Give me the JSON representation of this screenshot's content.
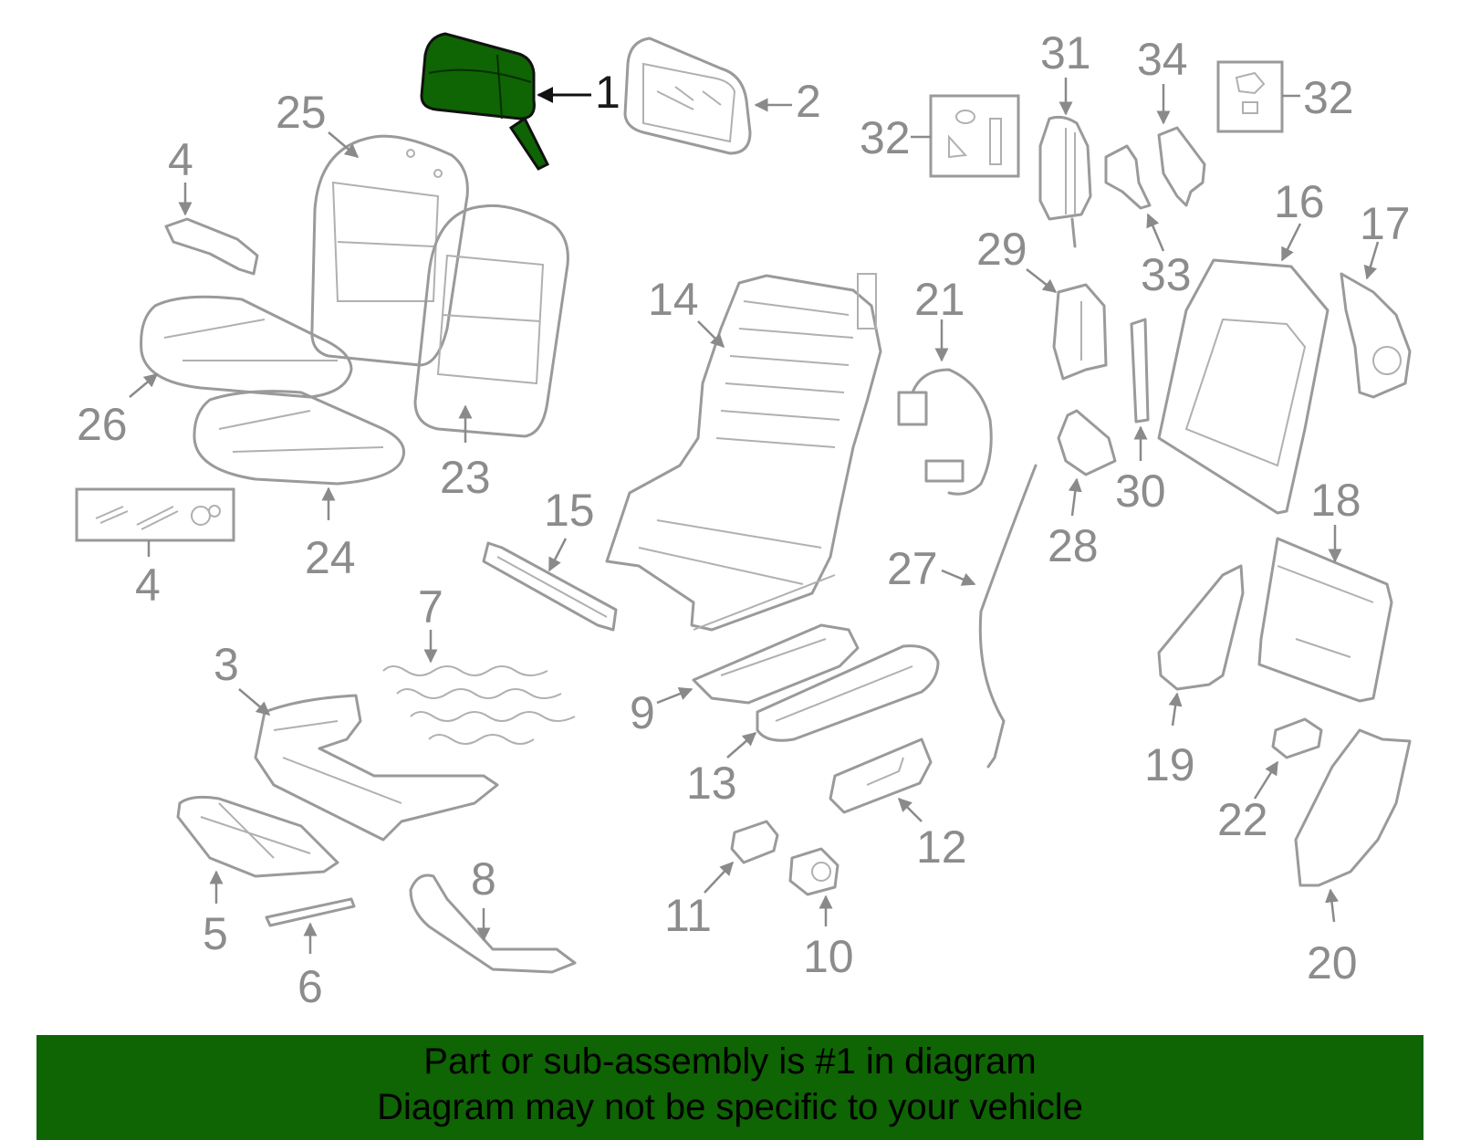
{
  "colors": {
    "highlight": "#0f6404",
    "line": "#9a9a9a",
    "banner": "#0f6404"
  },
  "labels": {
    "l1": "1",
    "l2": "2",
    "l3": "3",
    "l4a": "4",
    "l4b": "4",
    "l5": "5",
    "l6": "6",
    "l7": "7",
    "l8": "8",
    "l9": "9",
    "l10": "10",
    "l11": "11",
    "l12": "12",
    "l13": "13",
    "l14": "14",
    "l15": "15",
    "l16": "16",
    "l17": "17",
    "l18": "18",
    "l19": "19",
    "l20": "20",
    "l21": "21",
    "l22": "22",
    "l23": "23",
    "l24": "24",
    "l25": "25",
    "l26": "26",
    "l27": "27",
    "l28": "28",
    "l29": "29",
    "l30": "30",
    "l31": "31",
    "l32a": "32",
    "l32b": "32",
    "l33": "33",
    "l34": "34"
  },
  "banner": {
    "line1": "Part or sub-assembly is #1 in diagram",
    "line2": "Diagram may not be specific to your vehicle"
  }
}
